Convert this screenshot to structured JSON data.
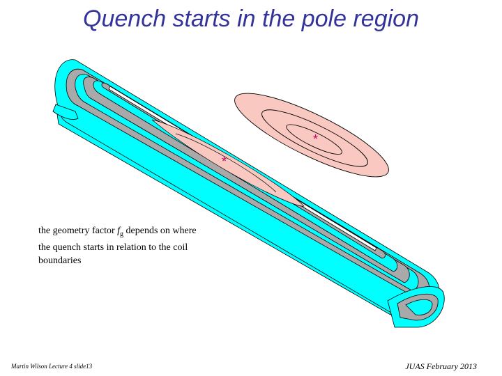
{
  "slide": {
    "title": "Quench starts in the pole region",
    "caption": {
      "text_before": "the geometry factor ",
      "symbol": "f",
      "subscript": "g",
      "text_after": " depends on where the quench starts in relation to the coil boundaries"
    },
    "footer_left": "Martin Wilson Lecture 4 slide13",
    "footer_right": "JUAS February 2013"
  },
  "colors": {
    "title": "#333399",
    "coil_outer": "#00FFFF",
    "coil_inner": "#A9A9A9",
    "quench_zone": "#F9C8C0",
    "quench_marker": "#CC0066"
  }
}
